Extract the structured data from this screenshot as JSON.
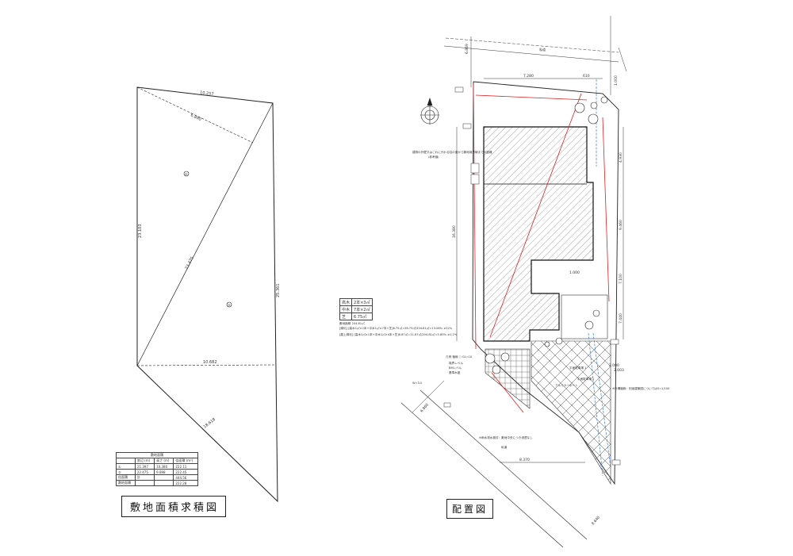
{
  "sheet": {
    "left_title": "敷地面積求積図",
    "right_title": "配置図"
  },
  "left_plan": {
    "dims": {
      "top": "10.257",
      "diag1": "6.890",
      "diag2": "23.475",
      "bottom": "10.682",
      "left_side": "23.103",
      "right_side": "25.361",
      "lower": "18.618"
    },
    "triangle_labels": [
      "①",
      "②"
    ]
  },
  "area_table": {
    "header": "敷地面積",
    "columns": [
      "",
      "底辺 (m)",
      "高さ (m)",
      "倍面積 (m²)"
    ],
    "rows": [
      [
        "①",
        "21.397",
        "10.380",
        "222.11"
      ],
      [
        "②",
        "22.475",
        "9.898",
        "222.45"
      ],
      [
        "倍面積",
        "計",
        "",
        "444.56"
      ],
      [
        "敷地面積",
        "",
        "",
        "222.28"
      ]
    ]
  },
  "quad_table": {
    "rows": [
      [
        "高木",
        "2本×3㎡"
      ],
      [
        "中木",
        "7本×2㎡"
      ],
      [
        "芝",
        "6.75㎡"
      ]
    ]
  },
  "notes": {
    "area_head": "敷地面積 204.81㎡",
    "area_line1": "[緑化] [高木1㎡×2本+中木1㎡×7本+芝]6.75㎡=26.75㎡/204.81㎡=13.06% ≥12%",
    "area_line2": "[屋上緑化] [高木1㎡×1本+中木1㎡×4本+芝]6.87㎡=11.87㎡/204.81㎡=5.80% ≥1.2%",
    "legend1": "凡例 植栽 ○ GL=10",
    "legend2": "境界レベル",
    "legend3": "BMレベル",
    "legend4": "基準水盛",
    "parking1": "平面駐車場 1",
    "parking2": "平面駐車場 2",
    "carport": "アルミカーポート",
    "drainage": "※雨水排水検討：敷地中央につき浸透なし",
    "road": "私道",
    "outside": "※外構植栽：別途建築図についてはS=1/100",
    "wall": "建物の外壁又はこれに代わる柱の面から敷地境界線までの距離",
    "wall2": "(参考値)",
    "road_top": "私道",
    "width_label": "W=3.0"
  },
  "right_dims": {
    "top": "7.280",
    "top_right": "610",
    "right1": "4.930",
    "right2": "9.460",
    "right3": "7.100",
    "right4": "7.440",
    "left_total": "16.380",
    "bottom": "8.370",
    "diag": "8.640",
    "r_small1": "1.000",
    "r_small2": "2.000",
    "lower_right": "2.003",
    "bottom_diag": "6.860",
    "top_v": "6.869",
    "right_top_v": "1.000"
  },
  "colors": {
    "line": "#222222",
    "hatch": "#555555",
    "red": "#e02020",
    "blue": "#3a7bd5"
  }
}
